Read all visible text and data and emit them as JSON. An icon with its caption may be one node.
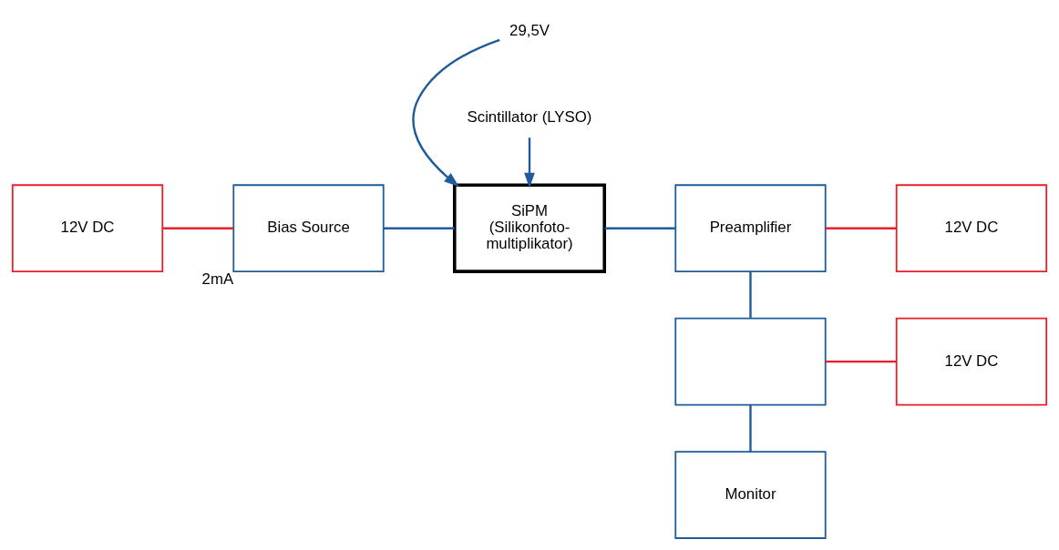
{
  "diagram": {
    "nodes": [
      {
        "text": [
          "12V DC"
        ]
      },
      {
        "text": [
          "Bias Source"
        ],
        "beside": [
          "2mA"
        ]
      },
      {
        "text": [
          "29,5V"
        ]
      },
      {
        "text": [
          "SiPM (Silikonfoto- multiplikator)"
        ]
      },
      {
        "text": [
          "Scintillator (LYSO)"
        ]
      },
      {
        "text": [
          "Preamplifier"
        ]
      },
      {
        "text": [],
        "shape": "box"
      },
      {
        "text": [
          "Monitor"
        ]
      },
      {
        "text": [
          "12V DC"
        ]
      },
      {
        "text": [
          "12V DC"
        ]
      }
    ],
    "edges": [
      {
        "from": 0,
        "to": 1,
        "arrow": "none",
        "color": "#e8202a"
      },
      {
        "from": 1,
        "to": 3,
        "arrow": "none"
      },
      {
        "from": 2,
        "to": 3,
        "arrow": "to"
      },
      {
        "from": 4,
        "to": 3,
        "arrow": "to"
      },
      {
        "from": 3,
        "to": 5,
        "arrow": "none"
      },
      {
        "from": 5,
        "to": 6,
        "arrow": "none"
      },
      {
        "from": 6,
        "to": 7,
        "arrow": "none"
      },
      {
        "from": 6,
        "to": 8,
        "arrow": "none",
        "color": "#e8202a"
      },
      {
        "from": 5,
        "to": 9,
        "arrow": "none",
        "color": "#e8202a"
      }
    ]
  }
}
